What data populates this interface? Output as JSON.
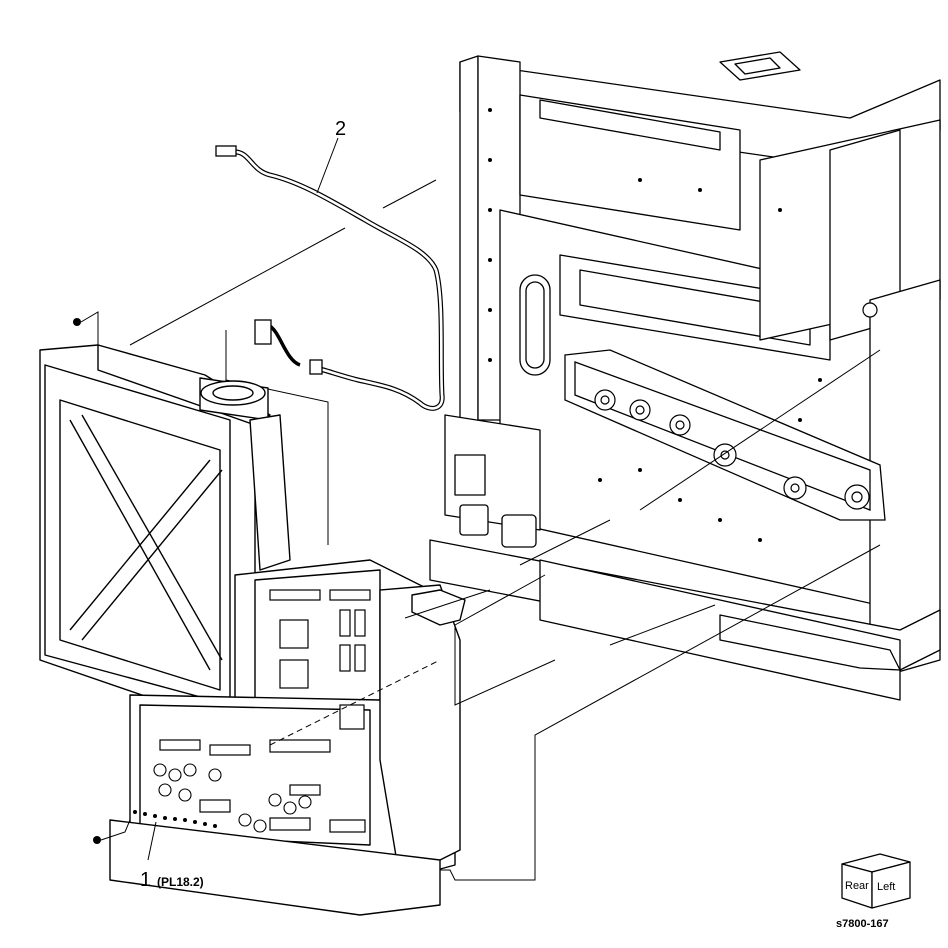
{
  "callouts": {
    "item1": {
      "number": "1",
      "ref": "(PL18.2)"
    },
    "item2": {
      "number": "2"
    }
  },
  "orientation": {
    "face_rear": "Rear",
    "face_left": "Left"
  },
  "figure_id": "s7800-167",
  "colors": {
    "line": "#000000",
    "background": "#ffffff"
  }
}
